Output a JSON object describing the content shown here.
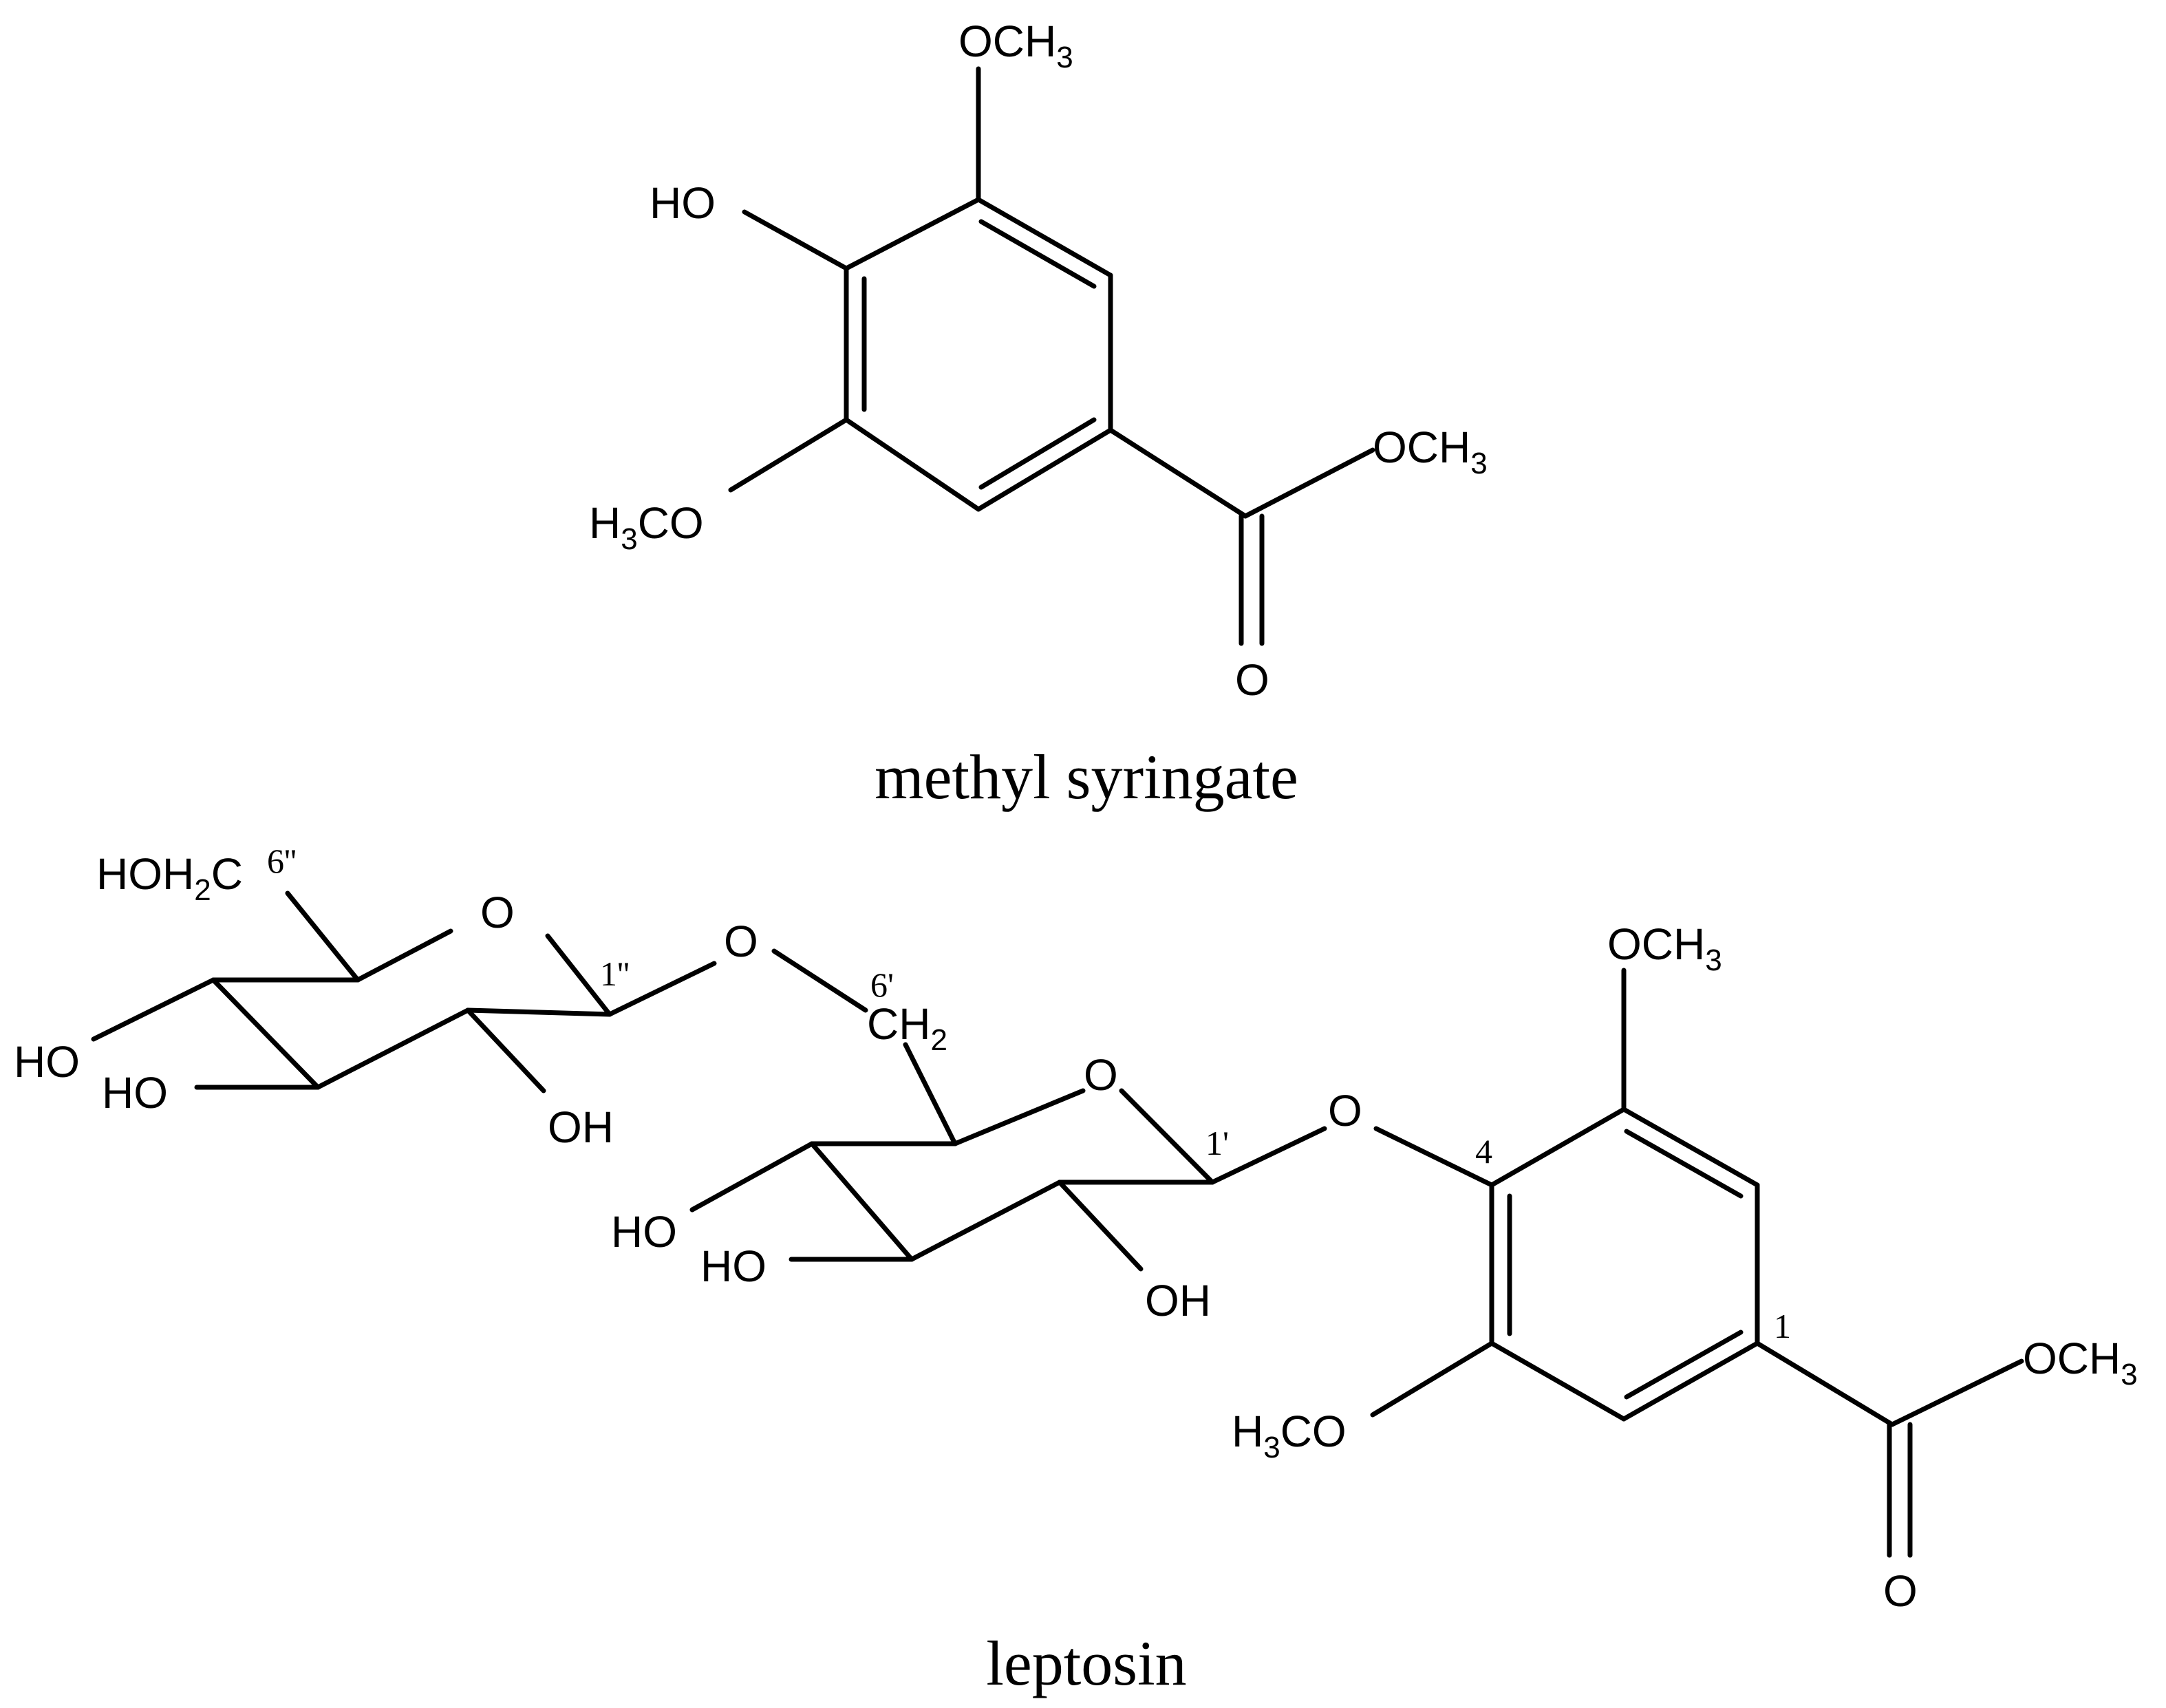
{
  "compounds": [
    {
      "name": "methyl syringate",
      "labels": {
        "ome_top": "OCH3",
        "ho": "HO",
        "ome_left": "H3CO",
        "ome_ester": "OCH3",
        "carbonyl_o": "O"
      }
    },
    {
      "name": "leptosin",
      "labels": {
        "hoh2c": "HOH2C",
        "pos_6pp": "6''",
        "ring_o_1": "O",
        "pos_1pp": "1''",
        "link_o_1": "O",
        "pos_6p": "6'",
        "ch2": "CH2",
        "ho_1a": "HO",
        "ho_1b": "HO",
        "oh_1": "OH",
        "ring_o_2": "O",
        "pos_1p": "1'",
        "link_o_2": "O",
        "pos_4": "4",
        "ome_top": "OCH3",
        "ho_2a": "HO",
        "ho_2b": "HO",
        "oh_2": "OH",
        "pos_1": "1",
        "ome_ester": "OCH3",
        "ome_left": "H3CO",
        "carbonyl_o": "O"
      }
    }
  ]
}
